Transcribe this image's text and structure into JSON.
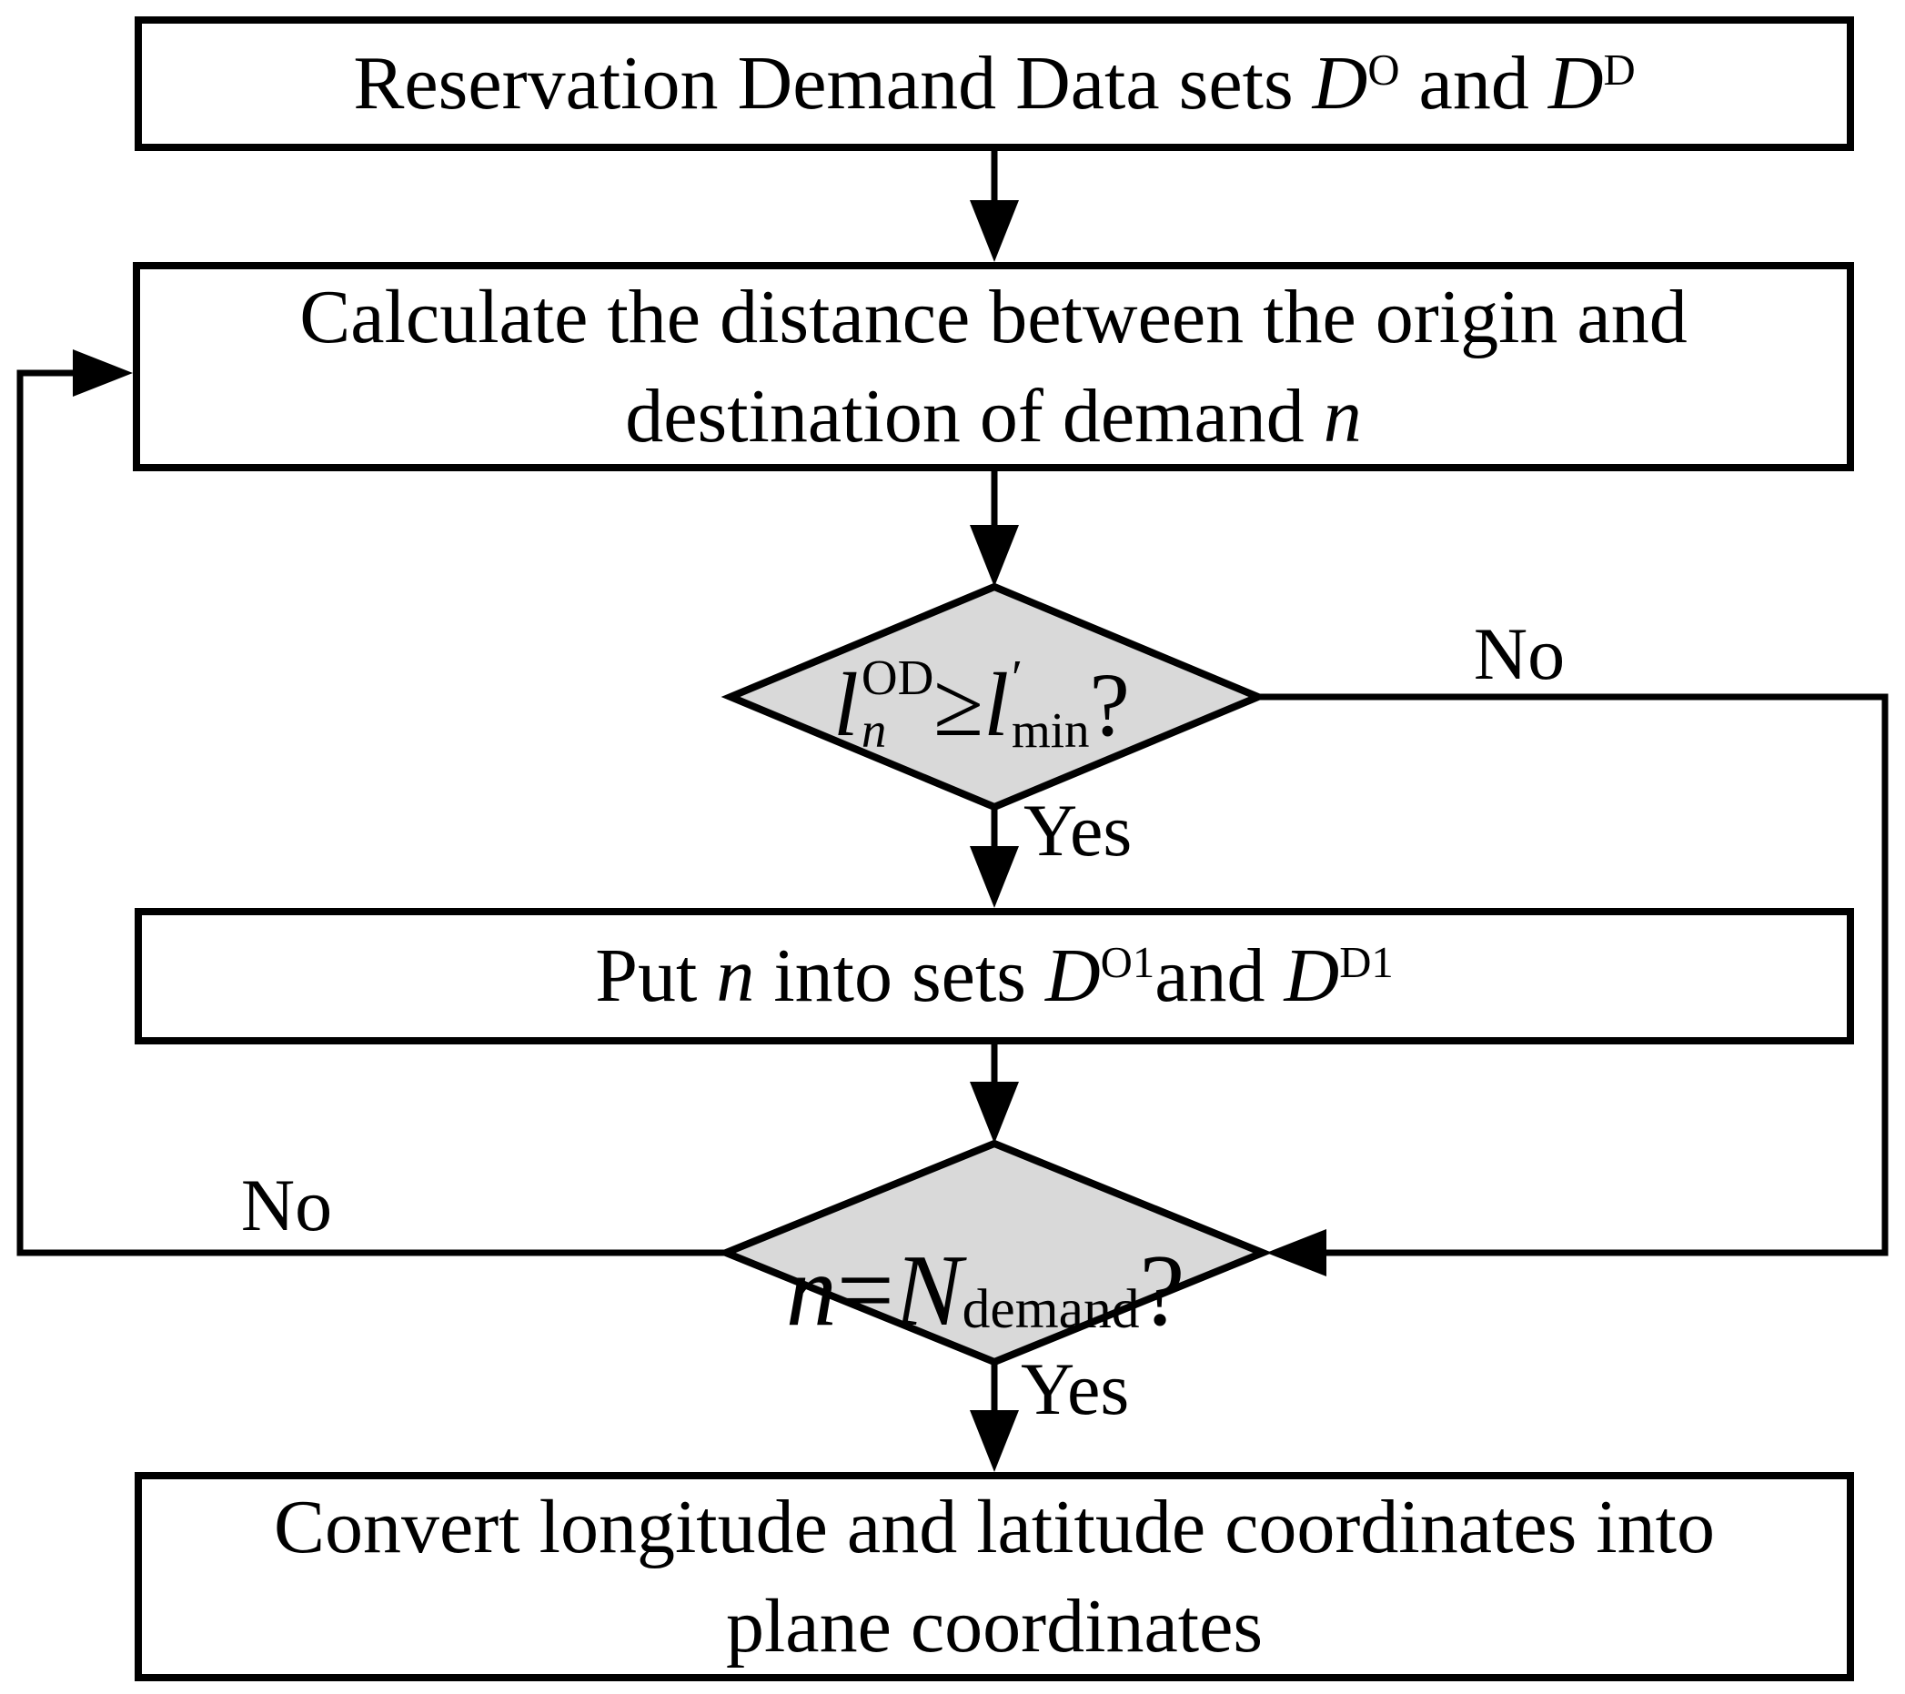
{
  "colors": {
    "diamond_fill": "#d9d9d9",
    "line_stroke": "#000000",
    "box_fill": "#ffffff"
  },
  "nodes": {
    "start": {
      "prefix": "Reservation Demand Data sets ",
      "set1_base": "D",
      "set1_sup": "O",
      "and": " and ",
      "set2_base": "D",
      "set2_sup": "D"
    },
    "calc": {
      "line1": "Calculate the distance between the origin and",
      "line2_prefix": "destination of demand ",
      "line2_var": "n"
    },
    "decision1": {
      "lhs_base": "l",
      "lhs_sup": "OD",
      "lhs_sub": "n",
      "op": " ≥ ",
      "rhs_base": "l",
      "rhs_sup": "′",
      "rhs_sub": "min",
      "question": " ?"
    },
    "put": {
      "prefix": "Put ",
      "var": "n",
      "mid": " into sets ",
      "set1_base": "D",
      "set1_sup": "O1",
      "and": "and ",
      "set2_base": "D",
      "set2_sup": "D1"
    },
    "decision2": {
      "lhs": "n",
      "op": " = ",
      "rhs_base": "N",
      "rhs_sub": "demand",
      "question": " ?"
    },
    "convert": {
      "line1": "Convert longitude and latitude coordinates into",
      "line2": "plane coordinates"
    }
  },
  "edges": {
    "d1_yes": "Yes",
    "d1_no": "No",
    "d2_yes": "Yes",
    "d2_no": "No"
  }
}
